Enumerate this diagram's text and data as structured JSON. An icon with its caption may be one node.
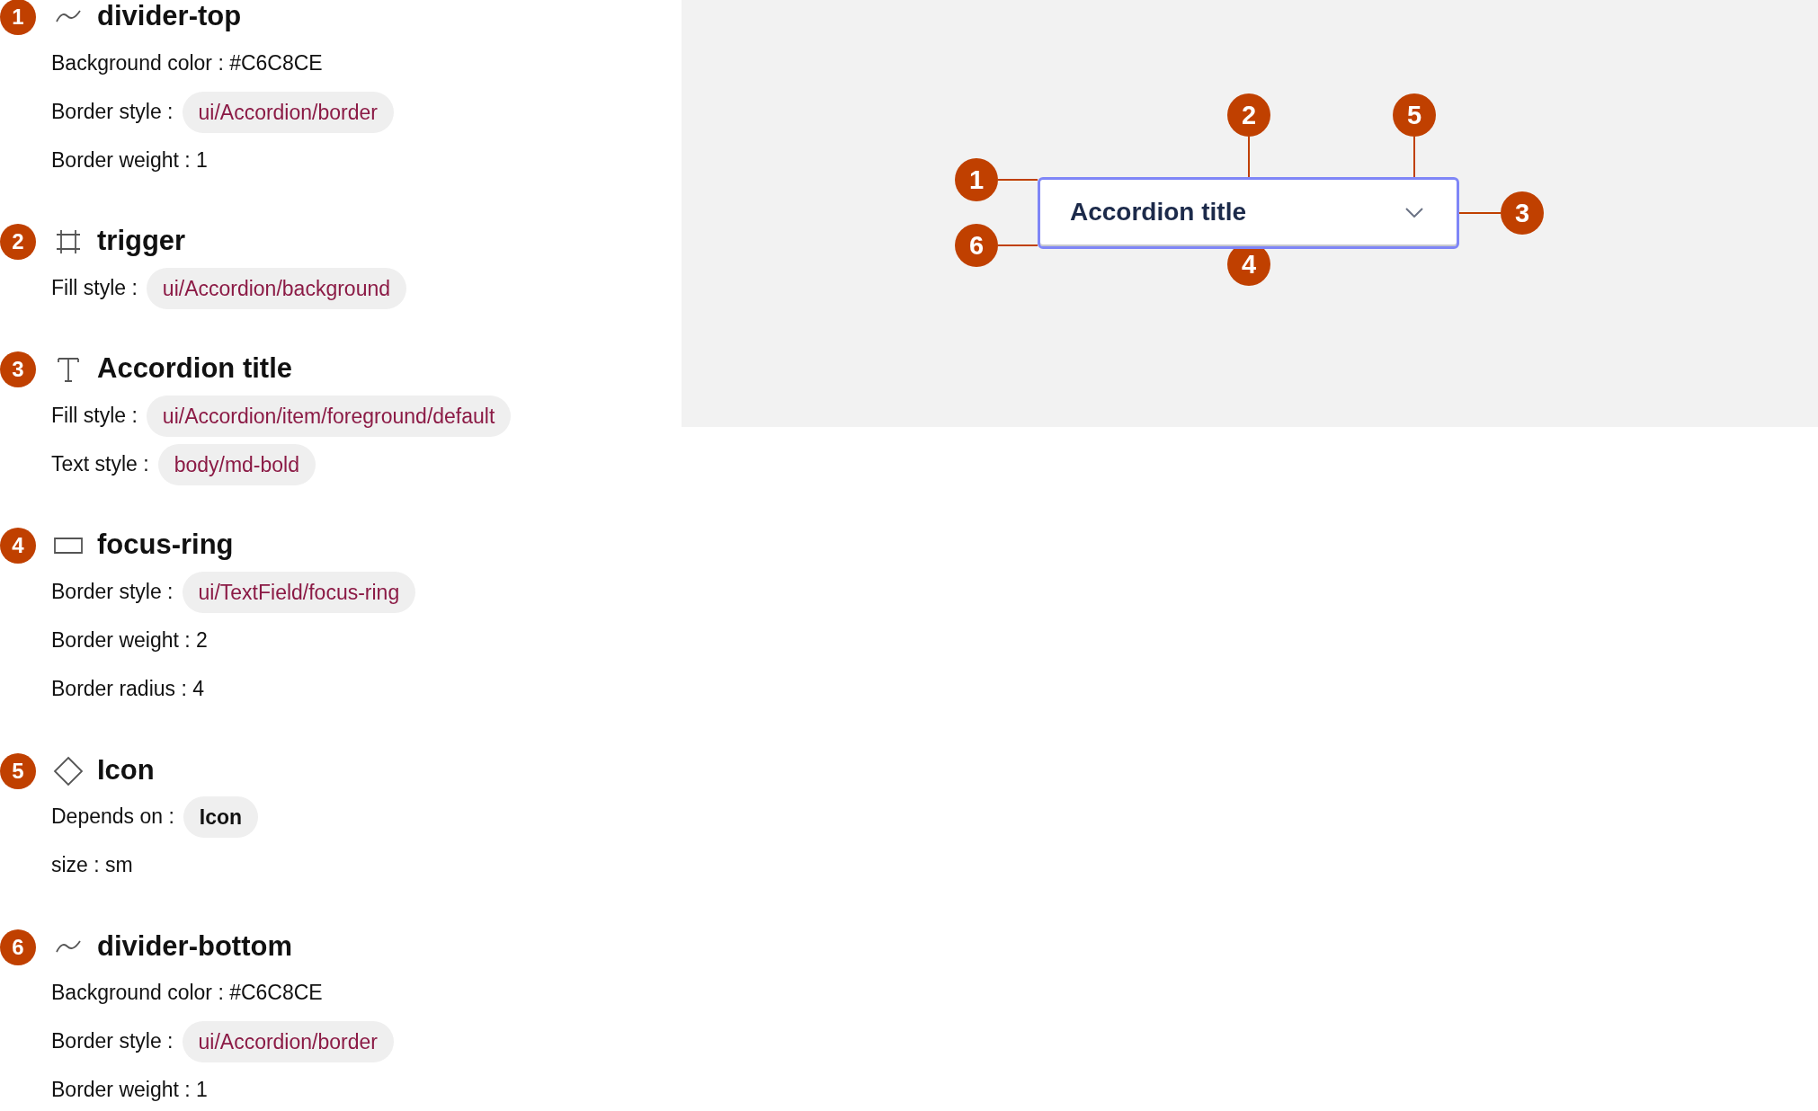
{
  "diagram": {
    "nodes": [
      {
        "text": [
          "Accordion title"
        ]
      },
      {
        "text": [
          "2"
        ]
      },
      {
        "text": [
          "5"
        ]
      },
      {
        "text": [
          "1"
        ]
      },
      {
        "text": [
          "3"
        ]
      },
      {
        "text": [
          "6"
        ]
      },
      {
        "text": [
          "4"
        ]
      }
    ],
    "edges": [
      {
        "from": 3,
        "to": 0,
        "arrow": "none"
      },
      {
        "from": 1,
        "to": 0,
        "arrow": "none"
      },
      {
        "from": 2,
        "to": 0,
        "arrow": "none"
      },
      {
        "from": 4,
        "to": 0,
        "arrow": "none"
      },
      {
        "from": 5,
        "to": 0,
        "arrow": "none"
      }
    ],
    "labels": [
      "1",
      "divider-top",
      "Background color : #C6C8CE",
      "Border style :",
      "ui/Accordion/border",
      "Border weight : 1",
      "2",
      "trigger",
      "Fill style :",
      "ui/Accordion/background",
      "3",
      "Accordion title",
      "Fill style :",
      "ui/Accordion/item/foreground/default",
      "Text style :",
      "body/md-bold",
      "4",
      "focus-ring",
      "Border style :",
      "ui/TextField/focus-ring",
      "Border weight : 2",
      "Border radius : 4",
      "5",
      "Icon",
      "Depends on :",
      "Icon",
      "size : sm",
      "6",
      "divider-bottom",
      "Background color : #C6C8CE",
      "Border style :",
      "ui/Accordion/border",
      "Border weight : 1"
    ]
  }
}
